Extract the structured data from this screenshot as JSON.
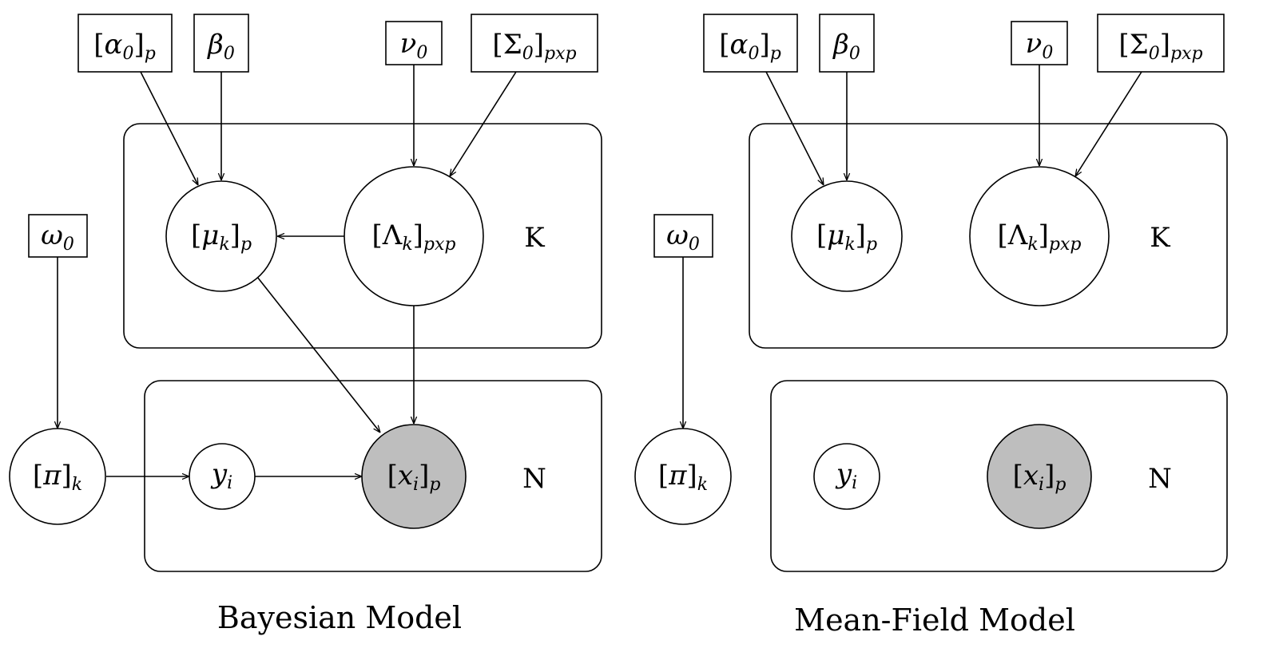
{
  "colors": {
    "observed_fill": "#bebebe",
    "line": "#000000",
    "background": "#ffffff"
  },
  "models": [
    {
      "caption": "Bayesian Model",
      "plate_k": "K",
      "plate_n": "N",
      "hyper": {
        "alpha": {
          "open": "[",
          "sym": "α",
          "symsub": "0",
          "close": "]",
          "sub": "p"
        },
        "beta": {
          "sym": "β",
          "symsub": "0"
        },
        "nu": {
          "sym": "ν",
          "symsub": "0"
        },
        "sigma": {
          "open": "[",
          "sym": "Σ",
          "symsub": "0",
          "close": "]",
          "sub": "pxp"
        },
        "omega": {
          "sym": "ω",
          "symsub": "0"
        }
      },
      "nodes": {
        "mu": {
          "open": "[",
          "sym": "μ",
          "symsub": "k",
          "close": "]",
          "sub": "p"
        },
        "lambda": {
          "open": "[",
          "sym": "Λ",
          "symsub": "k",
          "close": "]",
          "sub": "pxp"
        },
        "pi": {
          "open": "[",
          "sym": "π",
          "close": "]",
          "sub": "k"
        },
        "y": {
          "sym": "y",
          "symsub": "i"
        },
        "x": {
          "open": "[",
          "sym": "x",
          "symsub": "i",
          "close": "]",
          "sub": "p"
        }
      }
    },
    {
      "caption": "Mean-Field Model",
      "plate_k": "K",
      "plate_n": "N",
      "hyper": {
        "alpha": {
          "open": "[",
          "sym": "α",
          "symsub": "0",
          "close": "]",
          "sub": "p"
        },
        "beta": {
          "sym": "β",
          "symsub": "0"
        },
        "nu": {
          "sym": "ν",
          "symsub": "0"
        },
        "sigma": {
          "open": "[",
          "sym": "Σ",
          "symsub": "0",
          "close": "]",
          "sub": "pxp"
        },
        "omega": {
          "sym": "ω",
          "symsub": "0"
        }
      },
      "nodes": {
        "mu": {
          "open": "[",
          "sym": "μ",
          "symsub": "k",
          "close": "]",
          "sub": "p"
        },
        "lambda": {
          "open": "[",
          "sym": "Λ",
          "symsub": "k",
          "close": "]",
          "sub": "pxp"
        },
        "pi": {
          "open": "[",
          "sym": "π",
          "close": "]",
          "sub": "k"
        },
        "y": {
          "sym": "y",
          "symsub": "i"
        },
        "x": {
          "open": "[",
          "sym": "x",
          "symsub": "i",
          "close": "]",
          "sub": "p"
        }
      }
    }
  ]
}
